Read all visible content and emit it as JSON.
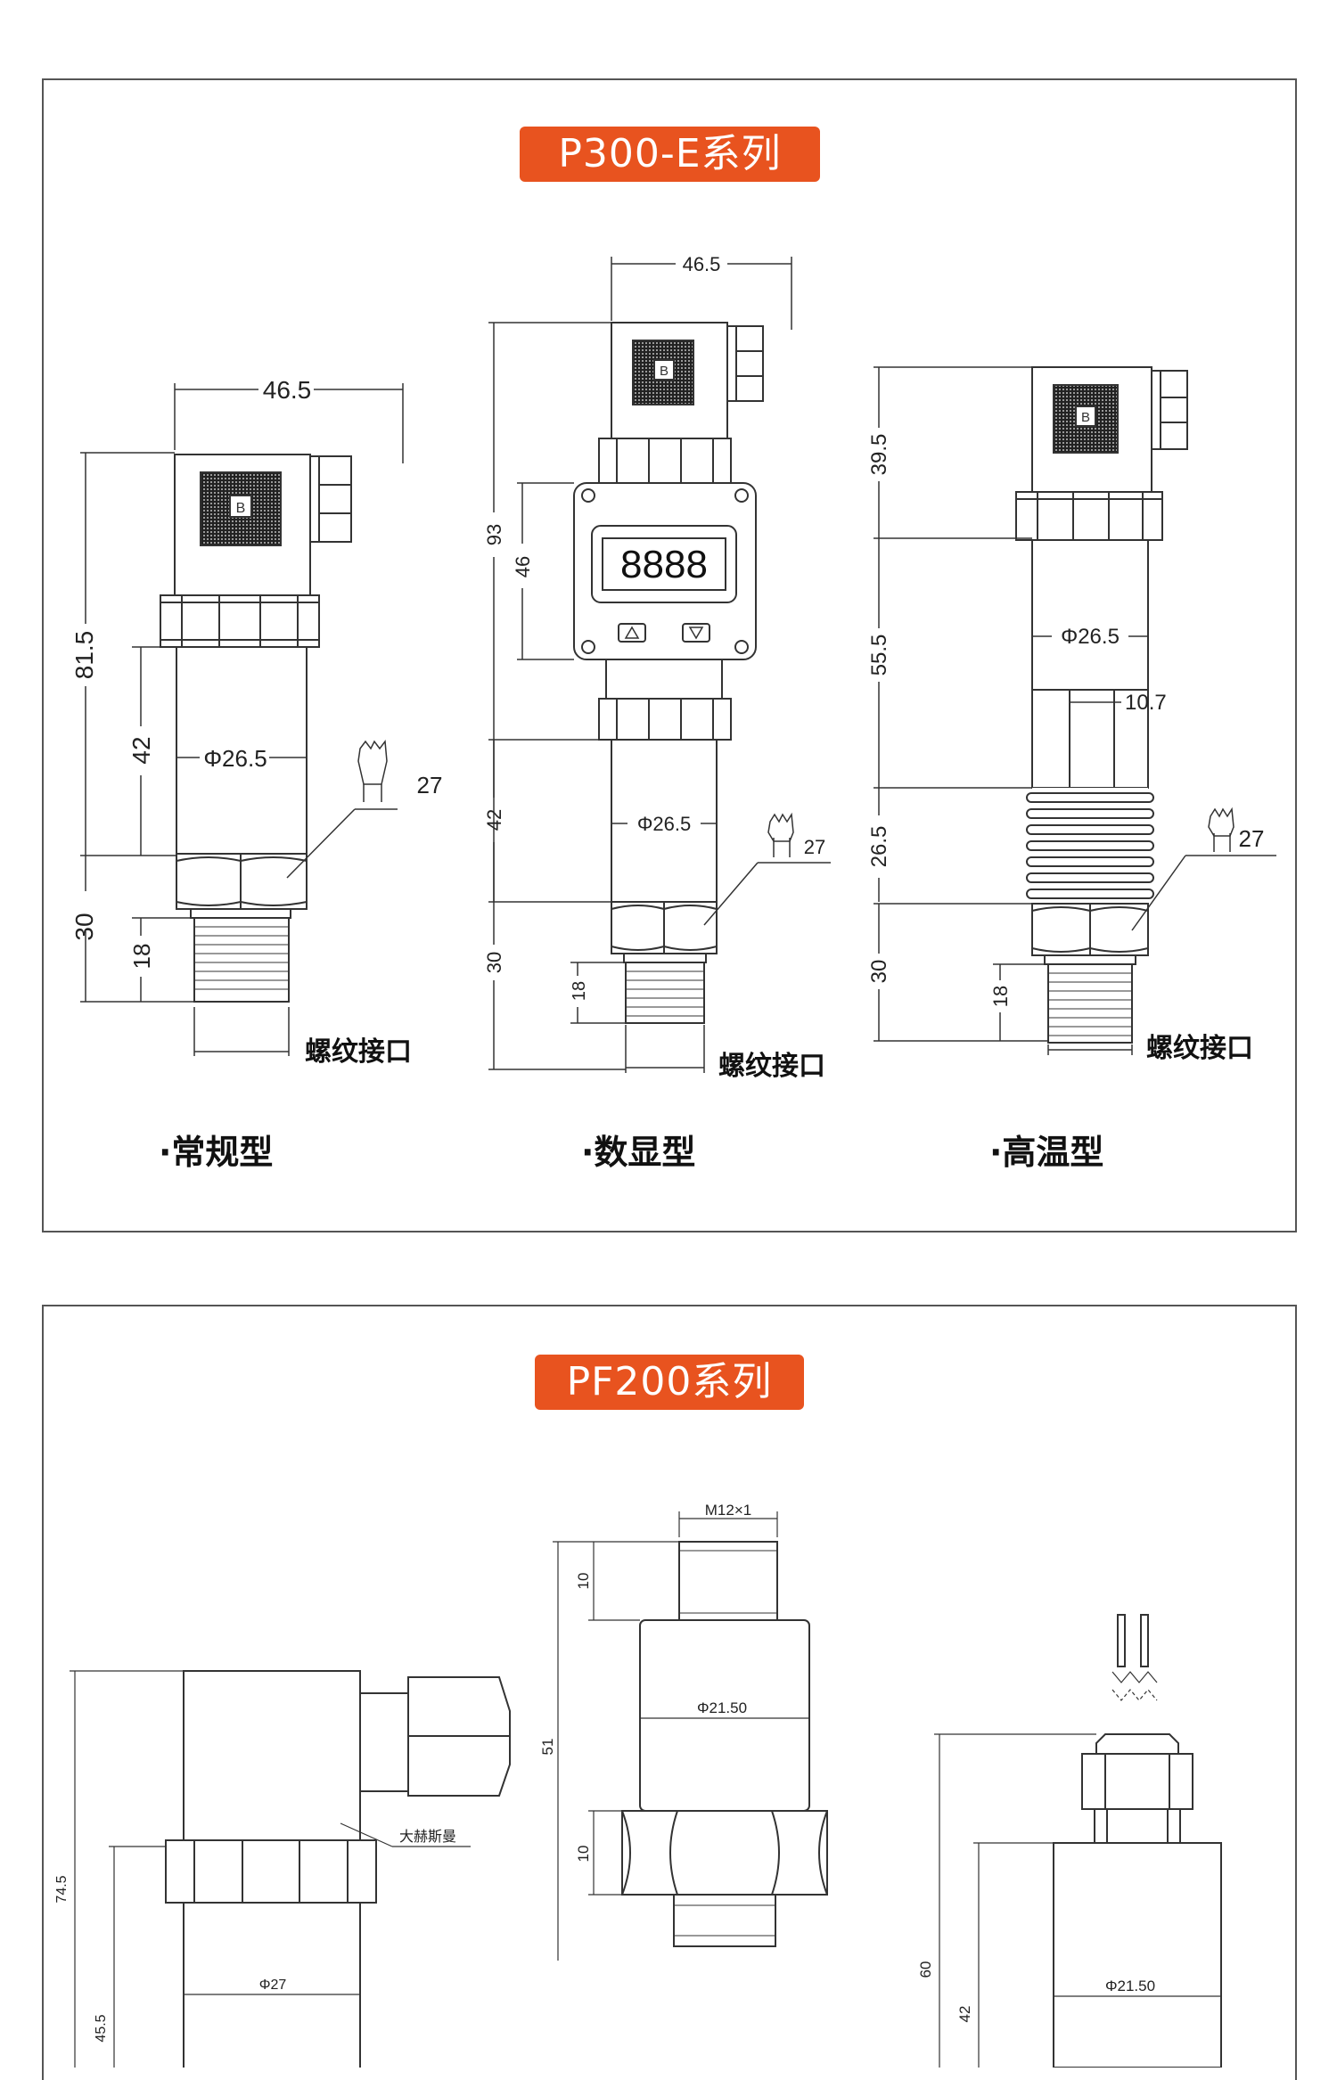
{
  "series_p300": {
    "title": "P300-E系列",
    "variants": [
      {
        "name": "·常规型",
        "dims": {
          "width": "46.5",
          "total": "81.5",
          "body": "42",
          "dia": "Φ26.5",
          "hex": "27",
          "bottom": "30",
          "thread": "18"
        },
        "thread_label": "螺纹接口"
      },
      {
        "name": "·数显型",
        "dims": {
          "width": "46.5",
          "total": "93",
          "display": "46",
          "body": "42",
          "dia": "Φ26.5",
          "hex": "27",
          "bottom": "30",
          "thread": "18"
        },
        "thread_label": "螺纹接口",
        "display_text": "8888"
      },
      {
        "name": "·高温型",
        "dims": {
          "top": "39.5",
          "mid": "55.5",
          "fin": "26.5",
          "bottom": "30",
          "thread": "18",
          "dia": "Φ26.5",
          "neck": "10.7",
          "hex": "27"
        },
        "thread_label": "螺纹接口"
      }
    ],
    "connector_letter": "B"
  },
  "series_pf200": {
    "title": "PF200系列",
    "left": {
      "total": "74.5",
      "body": "45.5",
      "dia": "Φ27",
      "connector": "大赫斯曼"
    },
    "middle": {
      "thread": "M12×1",
      "top": "10",
      "total": "51",
      "dia": "Φ21.50",
      "bottom": "10"
    },
    "right": {
      "total": "60",
      "body": "42",
      "dia": "Φ21.50"
    }
  }
}
